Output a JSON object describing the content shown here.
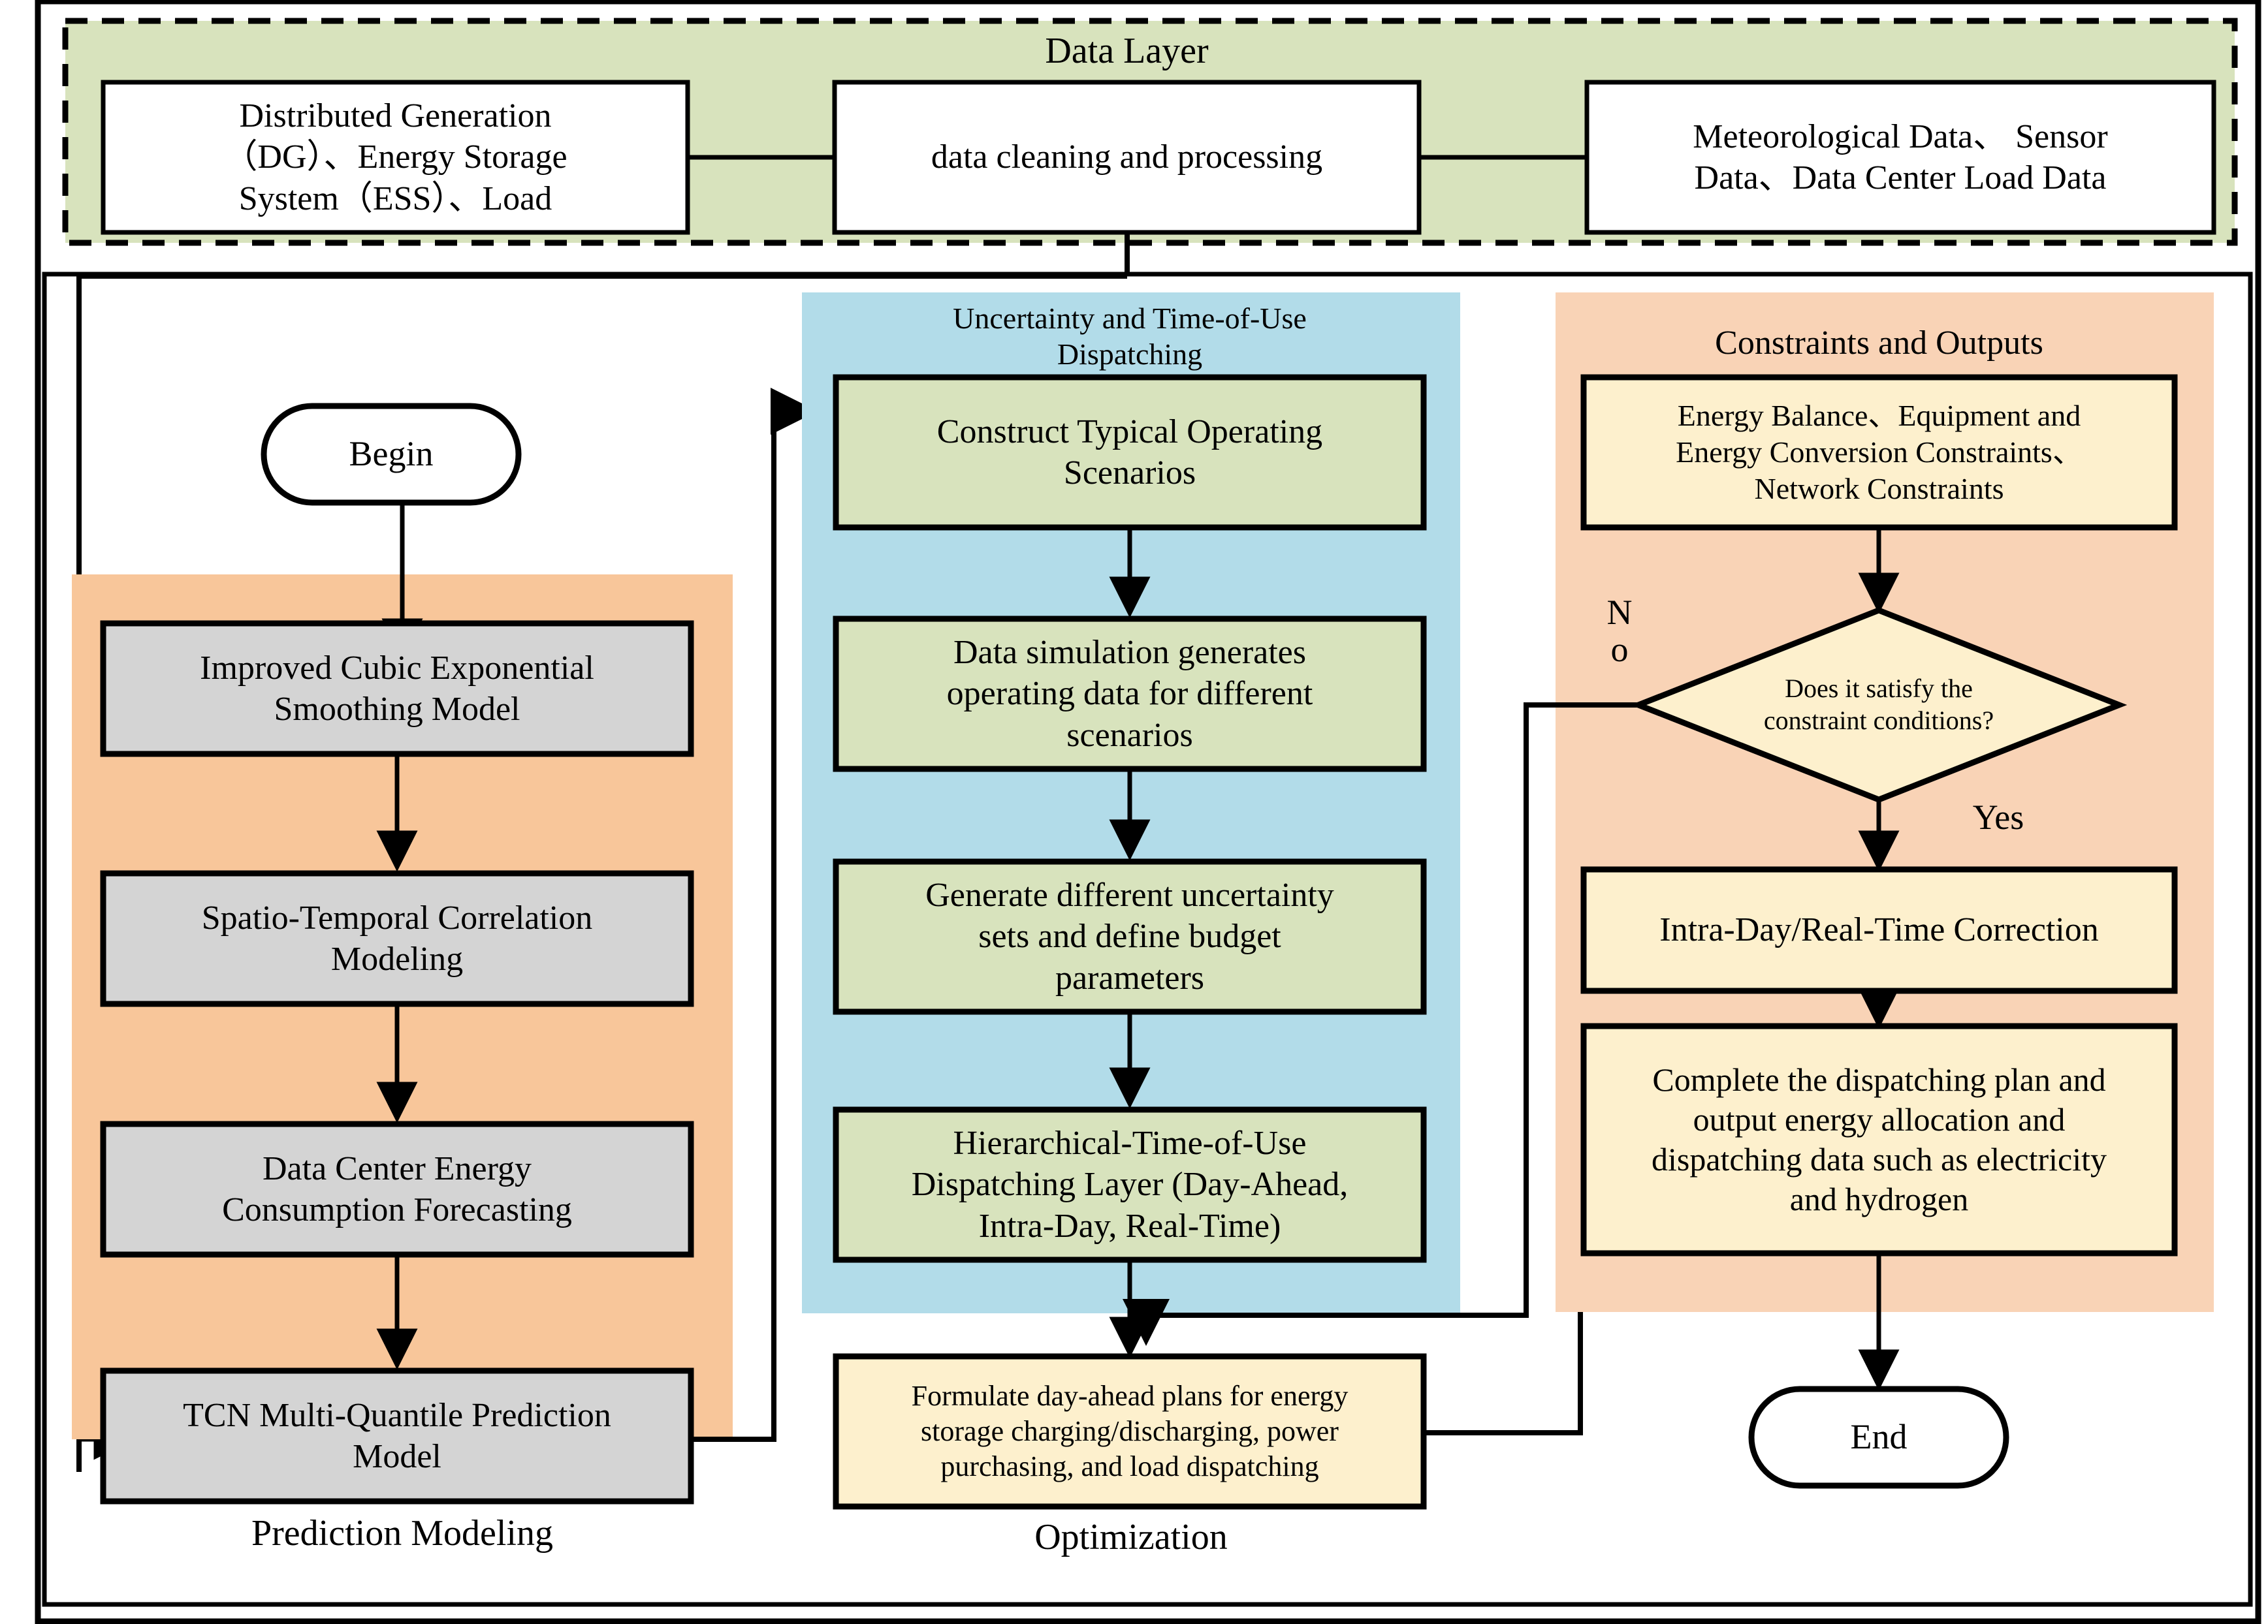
{
  "diagram": {
    "title": "Energy dispatching framework flowchart",
    "colors": {
      "data_layer_fill": "#d8e3bd",
      "prediction_band_fill": "#f8c69a",
      "prediction_box_fill": "#d4d4d4",
      "uncertainty_band_fill": "#b2dce9",
      "uncertainty_box_fill": "#d8e3bd",
      "constraints_band_fill": "#f9d3b6",
      "constraints_box_fill": "#fdf0cd",
      "plain_box_fill": "#ffffff",
      "stroke": "#000000"
    },
    "data_layer": {
      "title": "Data Layer",
      "boxes": [
        {
          "id": "dl-sources",
          "text": "Distributed Generation\n（DG）、Energy Storage\nSystem（ESS）、Load"
        },
        {
          "id": "dl-clean",
          "text": "data cleaning and processing"
        },
        {
          "id": "dl-meteo",
          "text": "Meteorological Data、 Sensor\nData、Data Center Load Data"
        }
      ]
    },
    "terminals": {
      "begin": "Begin",
      "end": "End"
    },
    "prediction_modeling": {
      "group_label": "Prediction Modeling",
      "boxes": [
        {
          "id": "pm-1",
          "text": "Improved Cubic Exponential\nSmoothing Model"
        },
        {
          "id": "pm-2",
          "text": "Spatio-Temporal Correlation\nModeling"
        },
        {
          "id": "pm-3",
          "text": "Data Center Energy\nConsumption Forecasting"
        },
        {
          "id": "pm-4",
          "text": "TCN Multi-Quantile Prediction\nModel"
        }
      ]
    },
    "uncertainty_dispatching": {
      "group_label": "Uncertainty and Time-of-Use\nDispatching",
      "bottom_label": "Optimization",
      "boxes": [
        {
          "id": "ud-1",
          "text": "Construct Typical Operating\nScenarios"
        },
        {
          "id": "ud-2",
          "text": "Data simulation generates\noperating data for different\nscenarios"
        },
        {
          "id": "ud-3",
          "text": "Generate different uncertainty\nsets and define budget\nparameters"
        },
        {
          "id": "ud-4",
          "text": "Hierarchical-Time-of-Use\nDispatching Layer (Day-Ahead,\nIntra-Day, Real-Time)"
        }
      ],
      "plan_box": {
        "id": "ud-plan",
        "text": "Formulate day-ahead plans for energy\nstorage charging/discharging, power\npurchasing, and load dispatching"
      }
    },
    "constraints_outputs": {
      "group_label": "Constraints and Outputs",
      "boxes": [
        {
          "id": "co-1",
          "text": "Energy Balance、Equipment and\nEnergy Conversion Constraints、\nNetwork Constraints"
        },
        {
          "id": "co-2",
          "text": "Intra-Day/Real-Time Correction"
        },
        {
          "id": "co-3",
          "text": "Complete the dispatching plan and\noutput energy allocation and\ndispatching data such as electricity\nand hydrogen"
        }
      ],
      "decision": {
        "id": "co-decision",
        "text": "Does it satisfy the\nconstraint conditions?"
      },
      "edge_labels": {
        "no": "No",
        "yes": "Yes"
      }
    }
  }
}
